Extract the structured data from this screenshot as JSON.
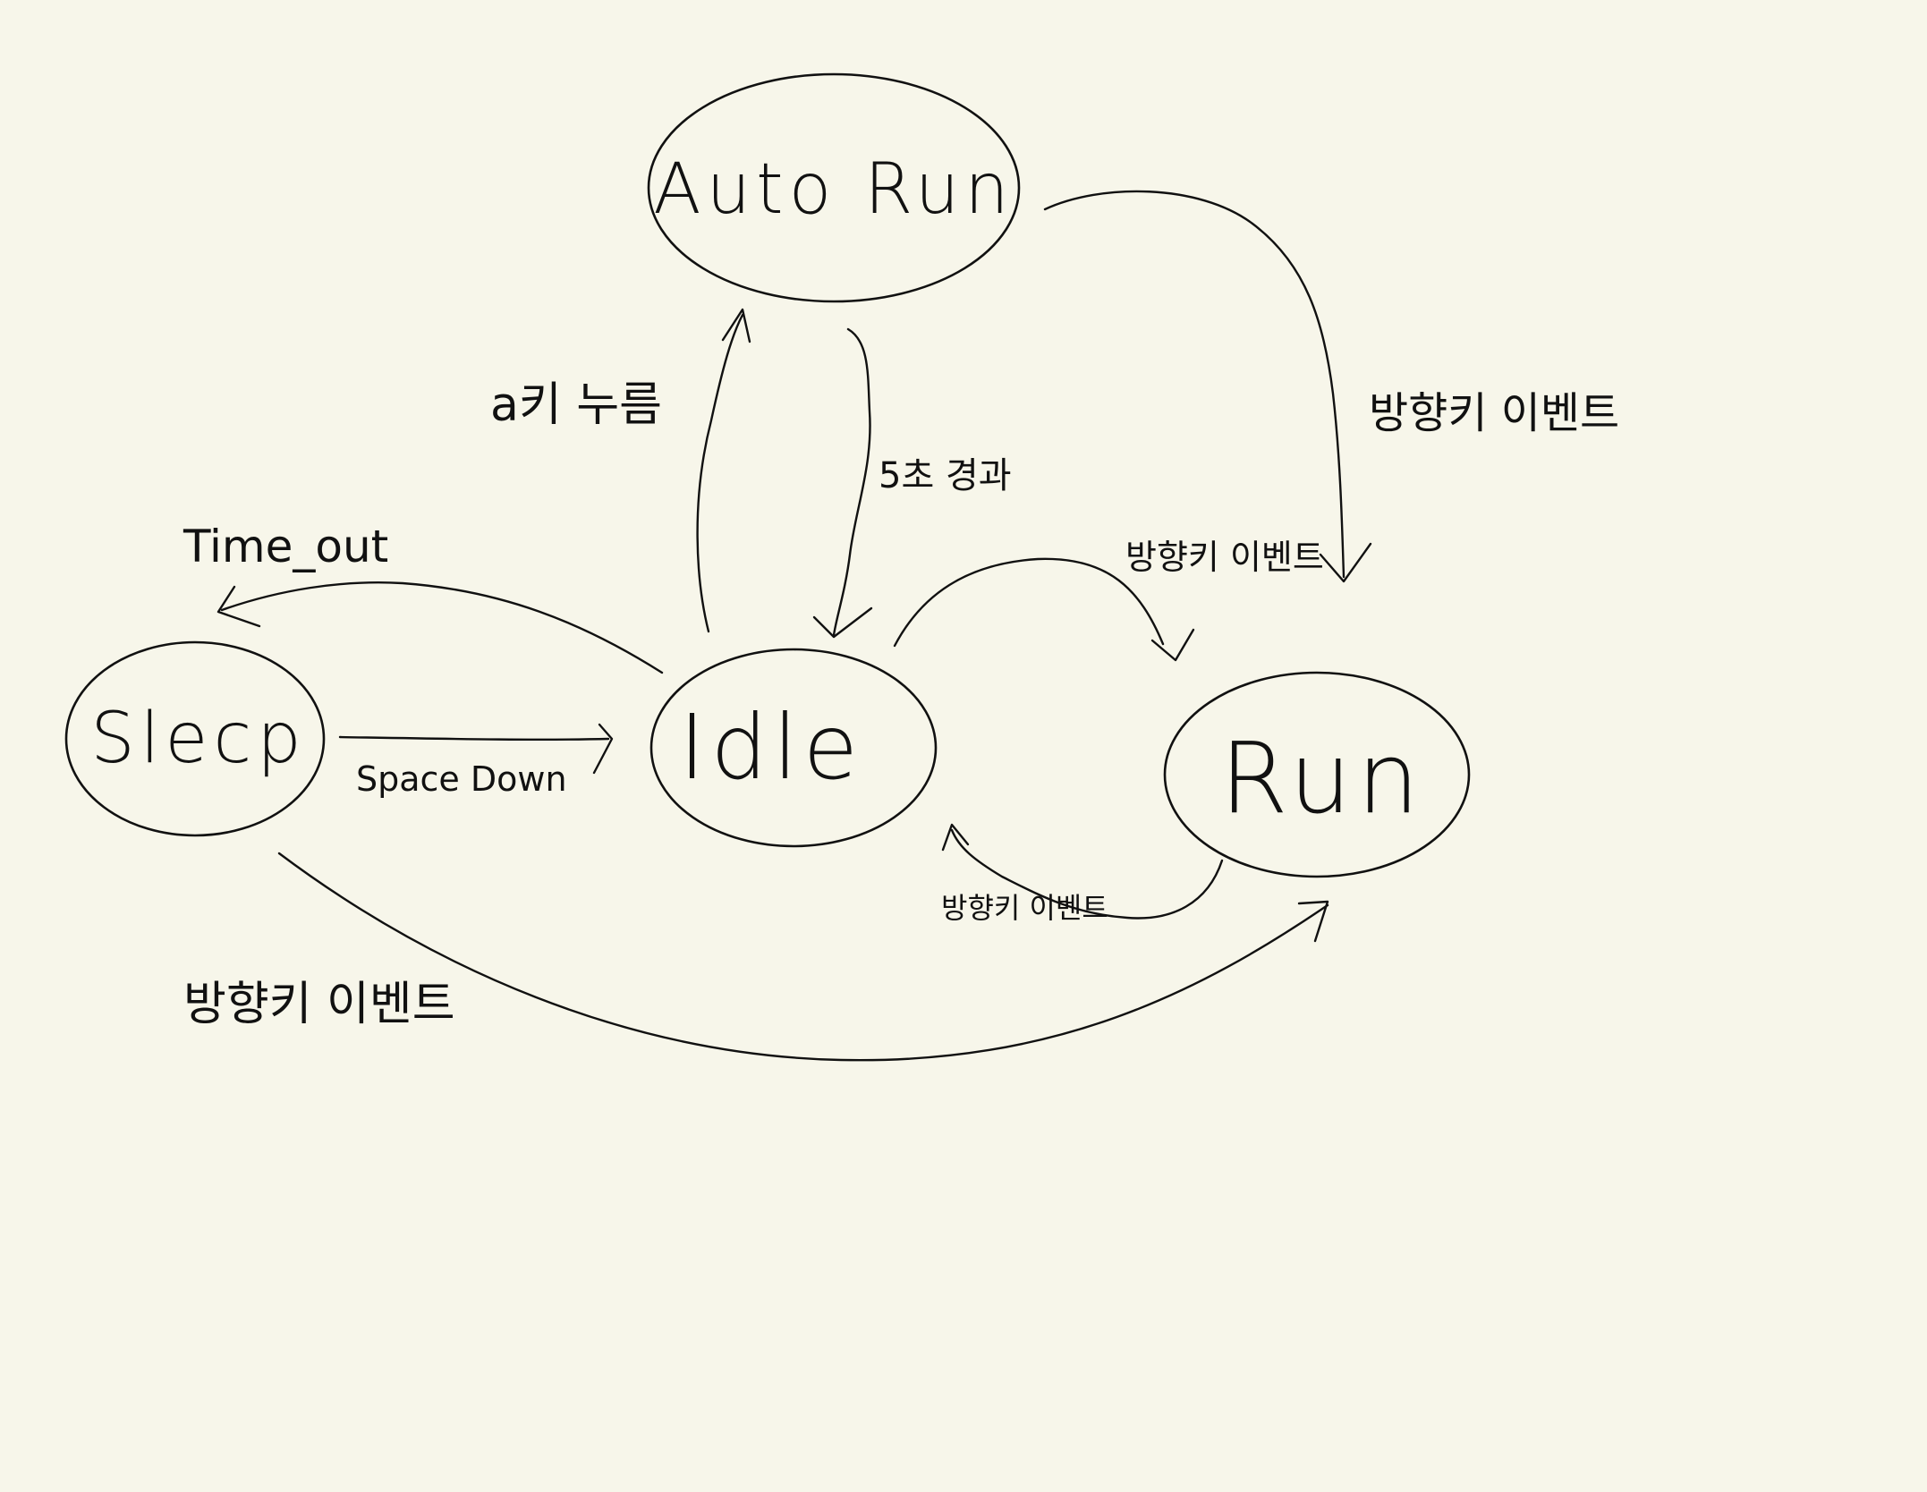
{
  "diagram": {
    "states": {
      "auto_run": "Auto Run",
      "idle": "Idle",
      "sleep": "Slecp",
      "run": "Run"
    },
    "transitions": {
      "idle_to_auto_run": "a키 누름",
      "auto_run_to_idle": "5초 경과",
      "auto_run_to_run": "방향키 이벤트",
      "idle_to_run": "방향키 이벤트",
      "run_to_idle": "방향키 이벤트",
      "idle_to_sleep": "Time_out",
      "sleep_to_idle": "Space Down",
      "sleep_to_run": "방향키 이벤트"
    }
  }
}
